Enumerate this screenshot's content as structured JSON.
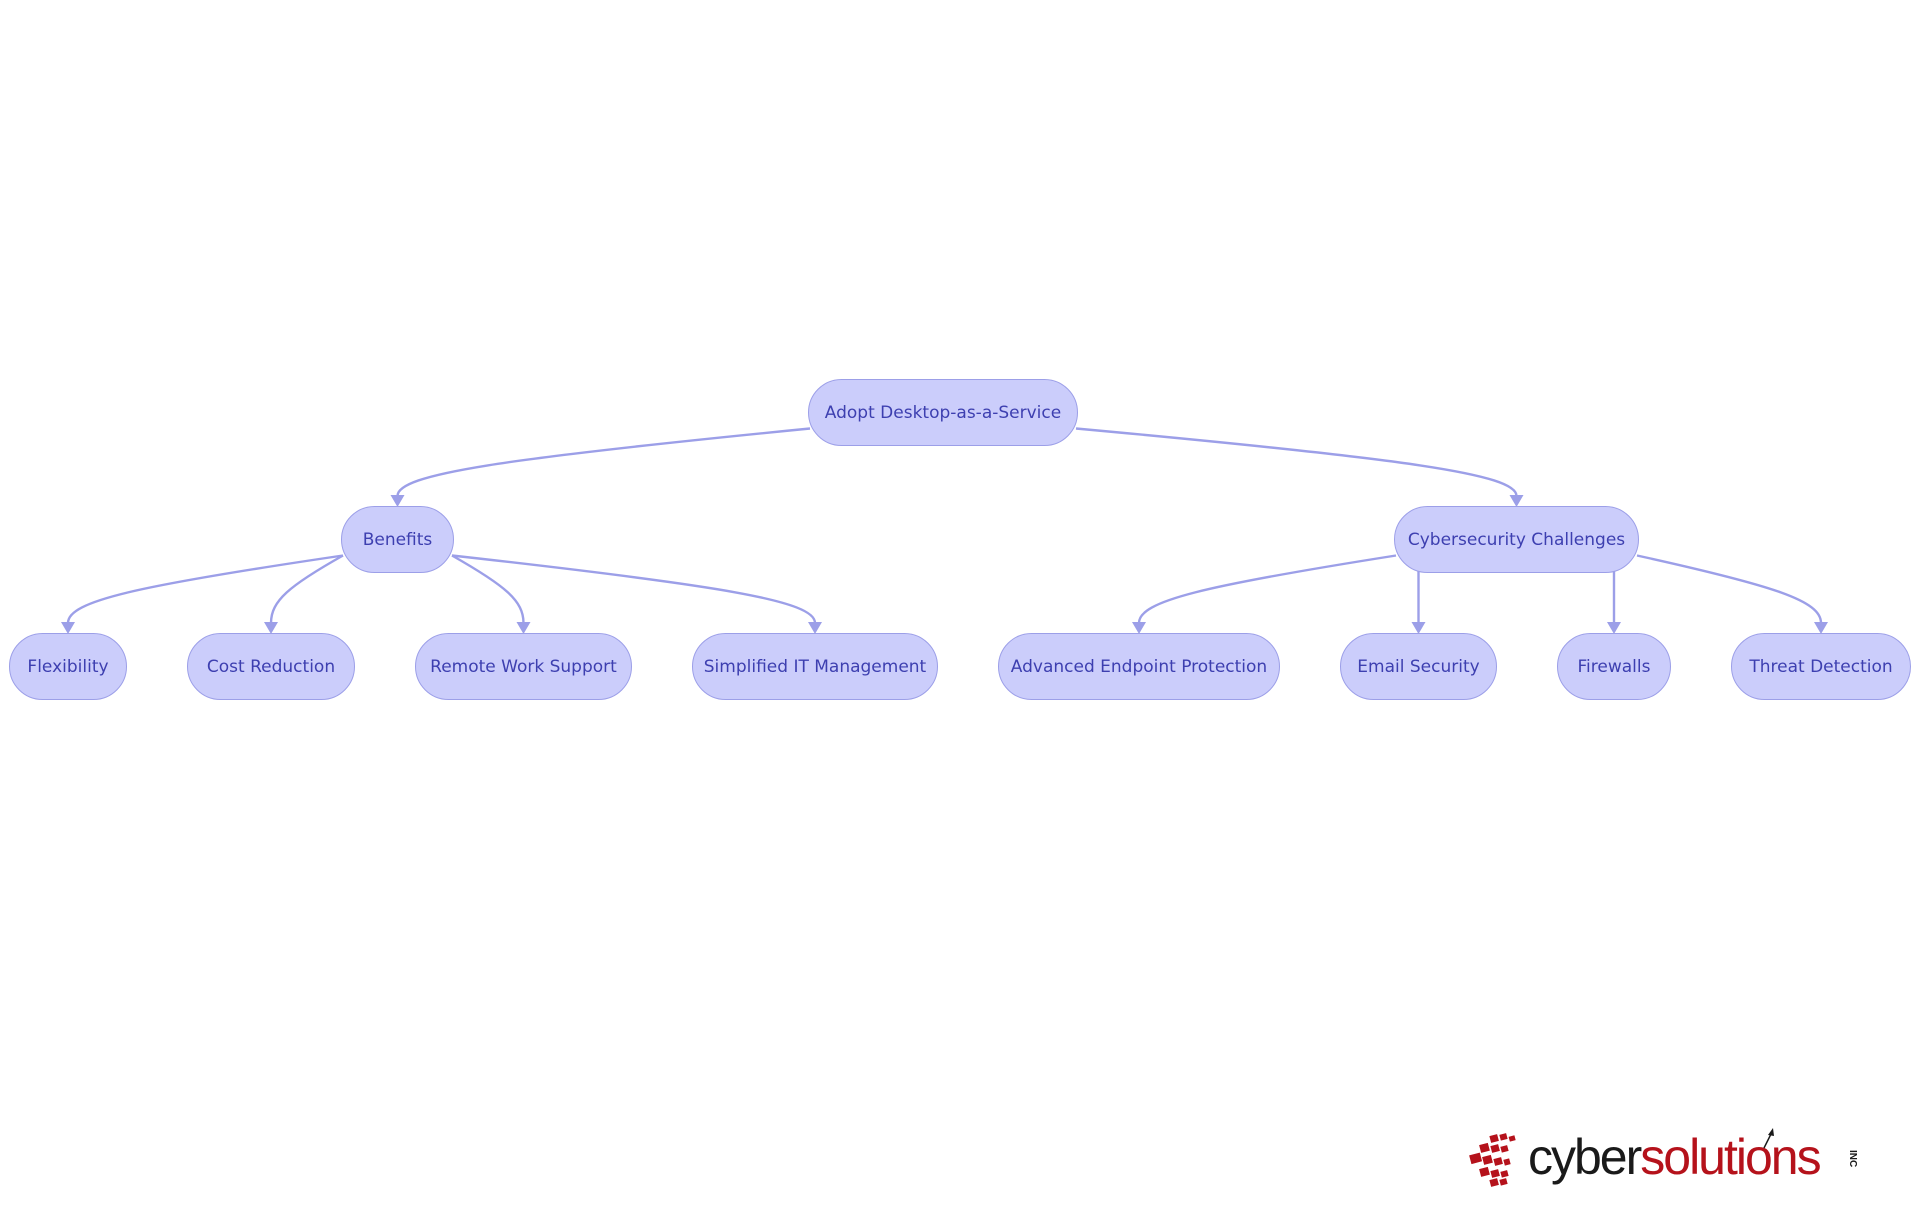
{
  "diagram": {
    "root": {
      "id": "root",
      "label": "Adopt Desktop-as-a-Service"
    },
    "branches": [
      {
        "id": "benefits",
        "label": "Benefits",
        "children": [
          {
            "id": "flexibility",
            "label": "Flexibility"
          },
          {
            "id": "cost-reduction",
            "label": "Cost Reduction"
          },
          {
            "id": "remote-work-support",
            "label": "Remote Work Support"
          },
          {
            "id": "simplified-it-management",
            "label": "Simplified IT Management"
          }
        ]
      },
      {
        "id": "cybersecurity-challenges",
        "label": "Cybersecurity Challenges",
        "children": [
          {
            "id": "advanced-endpoint-protection",
            "label": "Advanced Endpoint Protection"
          },
          {
            "id": "email-security",
            "label": "Email Security"
          },
          {
            "id": "firewalls",
            "label": "Firewalls"
          },
          {
            "id": "threat-detection",
            "label": "Threat Detection"
          }
        ]
      }
    ],
    "colors": {
      "node_fill": "#cbcdfb",
      "node_border": "#9c9fe8",
      "node_text": "#3d3fb0",
      "edge": "#9c9fe8"
    }
  },
  "logo": {
    "text_cyber": "cyber",
    "text_solutions": "solutions",
    "text_inc": "INC",
    "colors": {
      "cyber": "#1a1a1a",
      "solutions": "#b5121b",
      "squares": "#b5121b"
    }
  }
}
